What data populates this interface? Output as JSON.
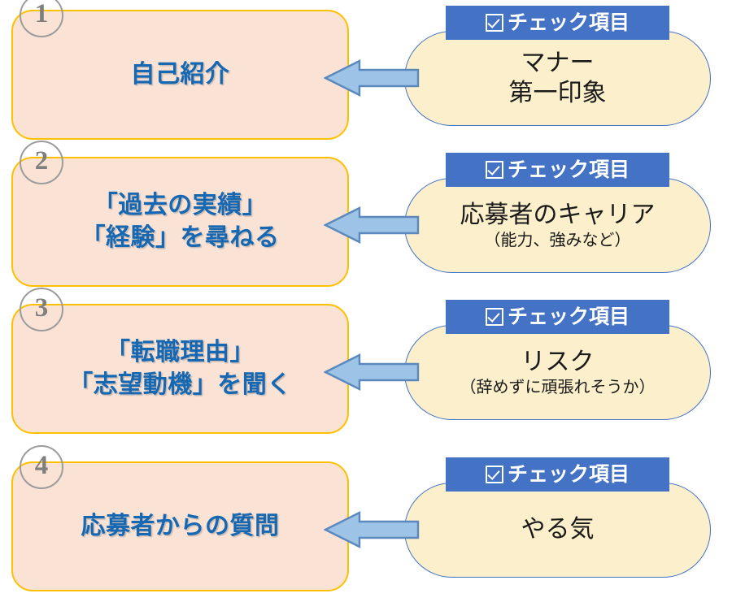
{
  "colors": {
    "step_card_fill": "#FAE2D5",
    "step_card_border": "#FFC000",
    "step_title_text": "#1668B3",
    "badge_stroke": "#9C9C9C",
    "badge_text": "#7F7F7F",
    "pill_fill": "#FCEFCB",
    "pill_border": "#4472C4",
    "header_fill": "#4472C4",
    "header_text": "#FFFFFF",
    "arrow_fill": "#9DC3E6",
    "arrow_border": "#5B89BD",
    "page_background": "#FFFFFF"
  },
  "check_header_label": "チェック項目",
  "check_icon": "checkbox-checked-icon",
  "arrow_icon": "arrow-left-icon",
  "steps": [
    {
      "number": "1",
      "title": "自己紹介",
      "check_main": "マナー\n第一印象",
      "check_sub": ""
    },
    {
      "number": "2",
      "title": "「過去の実績」\n「経験」を尋ねる",
      "check_main": "応募者のキャリア",
      "check_sub": "（能力、強みなど）"
    },
    {
      "number": "3",
      "title": "「転職理由」\n「志望動機」を聞く",
      "check_main": "リスク",
      "check_sub": "（辞めずに頑張れそうか）"
    },
    {
      "number": "4",
      "title": "応募者からの質問",
      "check_main": "やる気",
      "check_sub": ""
    }
  ]
}
